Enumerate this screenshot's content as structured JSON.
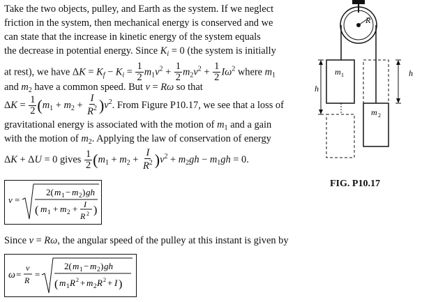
{
  "paragraph_lines": [
    "Take the two objects, pulley, and Earth as the system. If we neglect",
    "friction in the system, then mechanical energy is conserved and we",
    "can state that the increase in kinetic energy of the system equals",
    "the decrease in potential energy. Since"
  ],
  "eq1": {
    "ki_zero": "= 0",
    "initially": "(the system is initially",
    "at_rest_we_have": "at rest), we have",
    "where": "where",
    "and": "and",
    "common_speed": "have a common speed. But",
    "so_that": "so that"
  },
  "eq2_tail": "From Figure P10.17, we see that a loss of",
  "line_grav": "gravitational energy is associated with the motion of",
  "and_gain": "and a gain",
  "line_with": "with the motion of",
  "applying": ". Applying the law of conservation of energy",
  "gives": "gives",
  "eq_zero": "= 0",
  "since_line": {
    "prefix": "Since",
    "suffix": ", the angular speed of the pulley at this instant is given by"
  },
  "figure": {
    "caption": "FIG. P10.17",
    "labels": {
      "R": "R",
      "m1": "m",
      "m2": "m",
      "h_left": "h",
      "h_right": "h"
    }
  }
}
